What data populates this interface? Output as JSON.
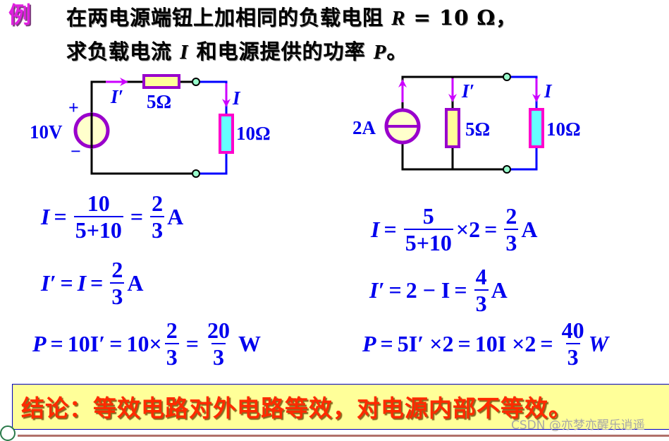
{
  "header": {
    "example_label": "例",
    "problem_line1_prefix": "在两电源端钮上加相同的负载电阻 ",
    "problem_line1_var": "R",
    "problem_line1_suffix": " = 10 Ω，",
    "problem_line2_prefix": "求负载电流 ",
    "problem_line2_var1": "I",
    "problem_line2_mid": " 和电源提供的功率 ",
    "problem_line2_var2": "P",
    "problem_line2_suffix": "。"
  },
  "left_circuit": {
    "source_label": "10V",
    "plus_sign": "+",
    "minus_sign": "−",
    "series_resistor": "5Ω",
    "load_resistor": "10Ω",
    "current_source_branch": "I′",
    "current_load": "I"
  },
  "right_circuit": {
    "source_label": "2A",
    "parallel_resistor": "5Ω",
    "load_resistor": "10Ω",
    "current_parallel": "I′",
    "current_load": "I"
  },
  "left_equations": {
    "eq1": {
      "lhs": "I",
      "eq": "=",
      "num": "10",
      "den": "5+10",
      "eq2": "=",
      "num2": "2",
      "den2": "3",
      "unit": "A"
    },
    "eq2": {
      "lhs": "I′",
      "eq": "=",
      "mid": "I",
      "eq2": "=",
      "num": "2",
      "den": "3",
      "unit": "A"
    },
    "eq3": {
      "lhs": "P",
      "eq": "=",
      "term1": "10I′",
      "eq2": "=",
      "term2": "10×",
      "num": "2",
      "den": "3",
      "eq3": "=",
      "num2": "20",
      "den2": "3",
      "unit": "W"
    }
  },
  "right_equations": {
    "eq1": {
      "lhs": "I",
      "eq": "=",
      "num": "5",
      "den": "5+10",
      "mult": "×2",
      "eq2": "=",
      "num2": "2",
      "den2": "3",
      "unit": "A"
    },
    "eq2": {
      "lhs": "I′",
      "eq": "=",
      "mid": "2 − I",
      "eq2": "=",
      "num": "4",
      "den": "3",
      "unit": "A"
    },
    "eq3": {
      "lhs": "P",
      "eq": "=",
      "term1": "5I′ ×2",
      "eq2": "=",
      "term2": "10I ×2",
      "eq3": "=",
      "num": "40",
      "den": "3",
      "unit": "W"
    }
  },
  "conclusion": {
    "text": "结论：等效电路对外电路等效，对电源内部不等效。"
  },
  "watermark": "CSDN @亦梦亦醒乐逍遥",
  "colors": {
    "text_blue": "#0000ee",
    "wire_black": "#000000",
    "wire_blue": "#0000ff",
    "arrow_magenta": "#cc00ff",
    "source_fill": "#ffffcc",
    "source_stroke": "#9900cc",
    "resistor_yellow": "#ffff99",
    "resistor_cyan": "#66ffff",
    "resistor_magenta_border": "#ff00cc",
    "terminal_green": "#99ffcc",
    "conclusion_bg": "#ffff99",
    "conclusion_text": "#ff2a00"
  }
}
